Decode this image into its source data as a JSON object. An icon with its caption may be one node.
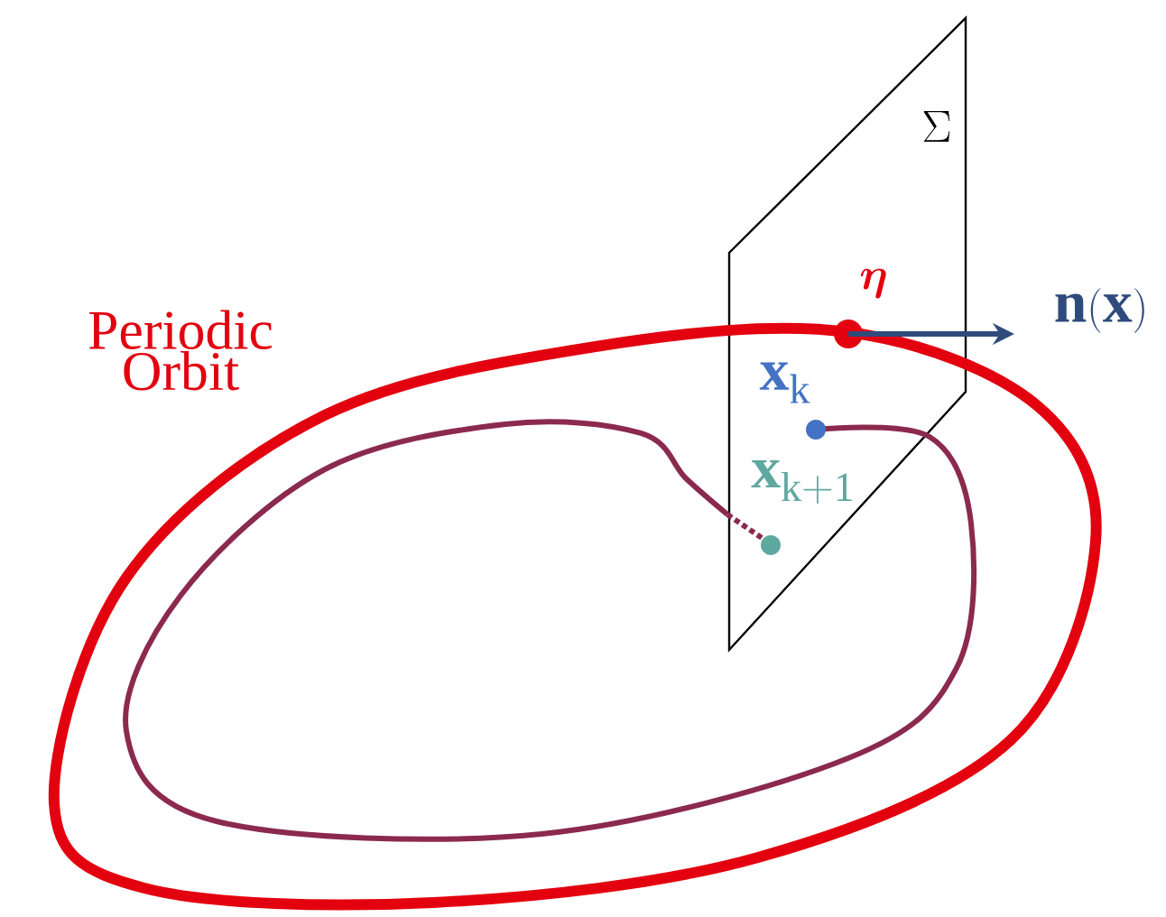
{
  "diagram": {
    "labels": [
      "Periodic Orbit",
      "\\Sigma",
      "\\boldsymbol{\\eta}",
      "\\mathbf{n}(\\mathbf{x})",
      "\\mathbf{x}_{\\mathrm{k}}",
      "\\mathbf{x}_{\\mathrm{k+1}}"
    ]
  }
}
